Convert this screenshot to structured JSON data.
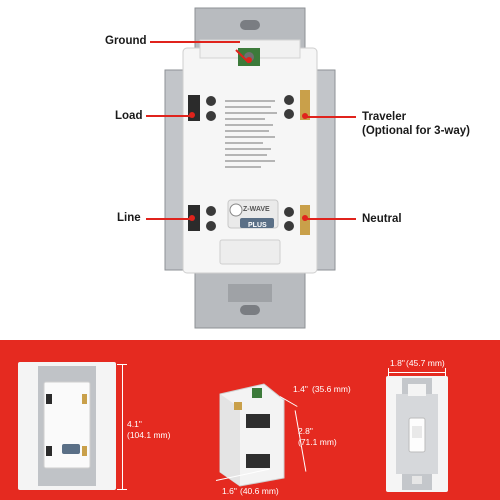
{
  "labels": {
    "ground": "Ground",
    "load": "Load",
    "line": "Line",
    "traveler": "Traveler",
    "traveler_note": "(Optional for 3-way)",
    "neutral": "Neutral"
  },
  "badge": {
    "brand": "Z-WAVE",
    "plus": "PLUS"
  },
  "dimensions": {
    "height": "4.1\"",
    "height_mm": "(104.1 mm)",
    "depth": "1.4\"",
    "depth_mm": "(35.6 mm)",
    "body_height": "2.8\"",
    "body_height_mm": "(71.1 mm)",
    "body_width": "1.6\"",
    "body_width_mm": "(40.6 mm)",
    "plate_width": "1.8\"",
    "plate_width_mm": "(45.7 mm)"
  },
  "colors": {
    "accent_red": "#e52a20",
    "callout_red": "#e0231c",
    "metal": "#b9bcc0",
    "module_white": "#f7f7f7"
  }
}
